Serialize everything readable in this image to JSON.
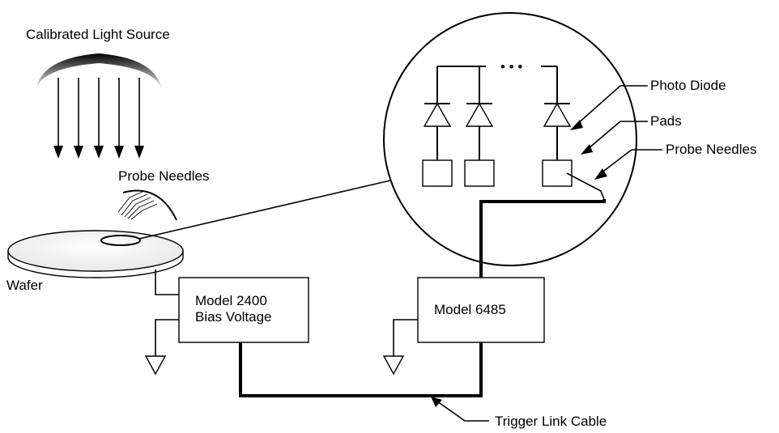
{
  "labels": {
    "light_source": "Calibrated Light Source",
    "probe_needles_left": "Probe Needles",
    "wafer": "Wafer",
    "model_2400_line1": "Model 2400",
    "model_2400_line2": "Bias Voltage",
    "model_6485": "Model 6485",
    "photo_diode": "Photo Diode",
    "pads": "Pads",
    "probe_needles_right": "Probe Needles",
    "trigger_link_cable": "Trigger Link Cable",
    "ellipsis": "• • •"
  },
  "colors": {
    "line": "#000000",
    "background": "#ffffff",
    "wafer_fill": "#f4f4f4"
  }
}
